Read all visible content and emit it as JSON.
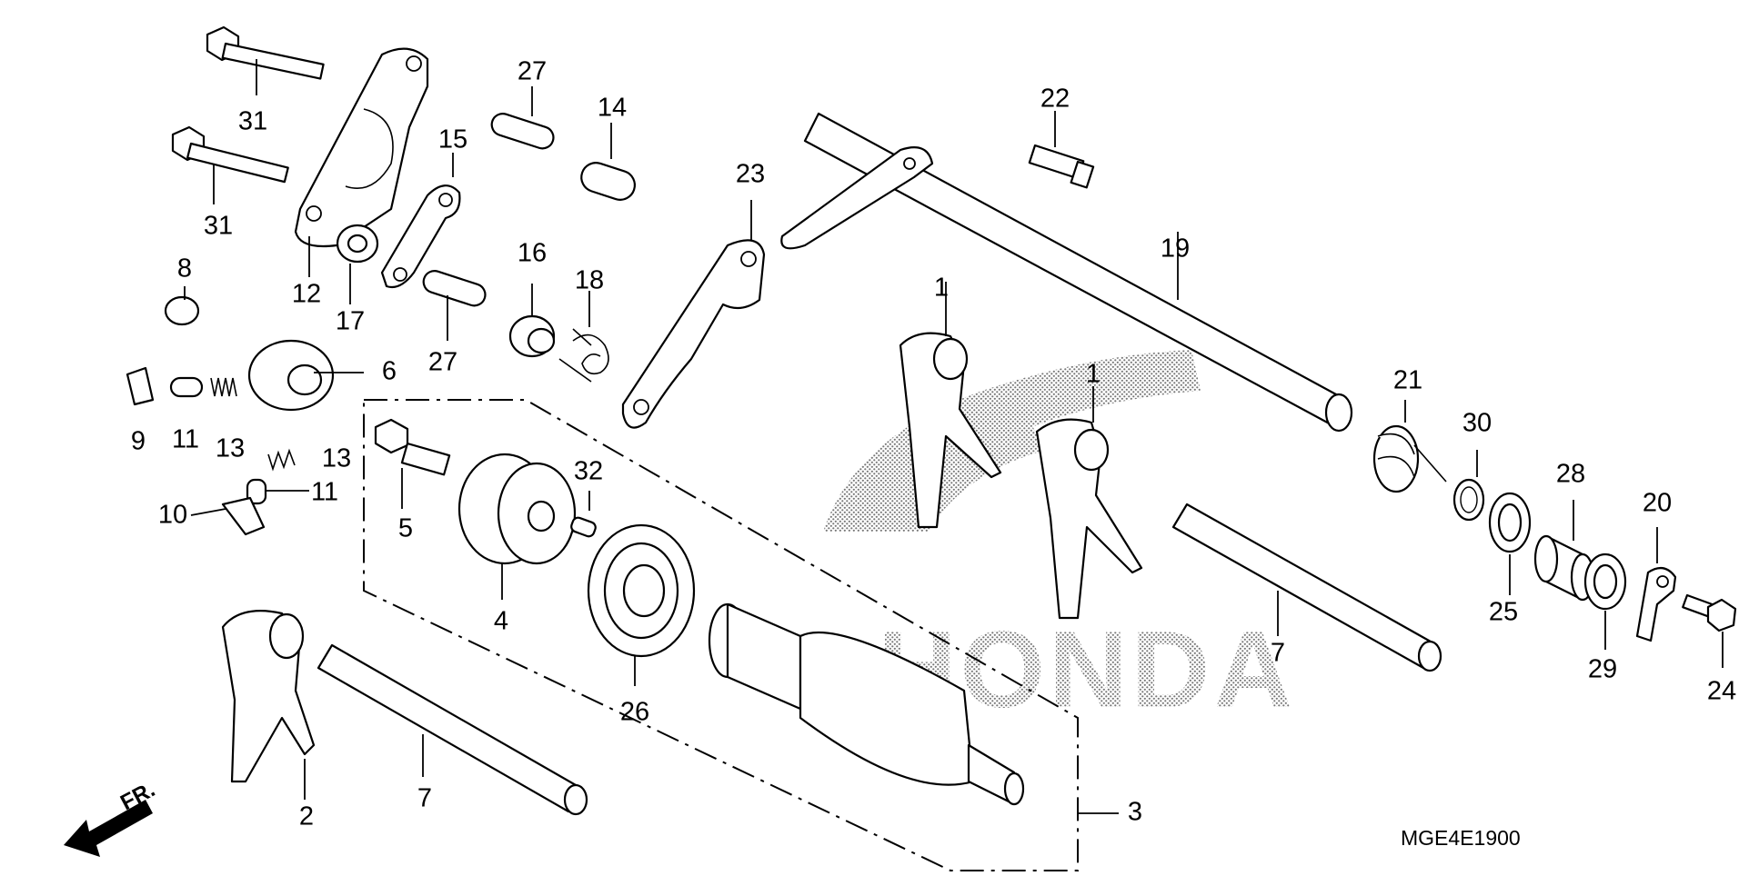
{
  "diagram": {
    "watermark": "HONDA",
    "direction_label": "FR.",
    "code": "MGE4E1900",
    "callouts": [
      {
        "id": "c31a",
        "text": "31"
      },
      {
        "id": "c31b",
        "text": "31"
      },
      {
        "id": "c27a",
        "text": "27"
      },
      {
        "id": "c14",
        "text": "14"
      },
      {
        "id": "c15",
        "text": "15"
      },
      {
        "id": "c12",
        "text": "12"
      },
      {
        "id": "c17",
        "text": "17"
      },
      {
        "id": "c8",
        "text": "8"
      },
      {
        "id": "c16",
        "text": "16"
      },
      {
        "id": "c18",
        "text": "18"
      },
      {
        "id": "c27b",
        "text": "27"
      },
      {
        "id": "c23",
        "text": "23"
      },
      {
        "id": "c22",
        "text": "22"
      },
      {
        "id": "c19",
        "text": "19"
      },
      {
        "id": "c1a",
        "text": "1"
      },
      {
        "id": "c1b",
        "text": "1"
      },
      {
        "id": "c6",
        "text": "6"
      },
      {
        "id": "c9",
        "text": "9"
      },
      {
        "id": "c11a",
        "text": "11"
      },
      {
        "id": "c13a",
        "text": "13"
      },
      {
        "id": "c13b",
        "text": "13"
      },
      {
        "id": "c11b",
        "text": "11"
      },
      {
        "id": "c10",
        "text": "10"
      },
      {
        "id": "c5",
        "text": "5"
      },
      {
        "id": "c32",
        "text": "32"
      },
      {
        "id": "c4",
        "text": "4"
      },
      {
        "id": "c26",
        "text": "26"
      },
      {
        "id": "c21",
        "text": "21"
      },
      {
        "id": "c30",
        "text": "30"
      },
      {
        "id": "c28",
        "text": "28"
      },
      {
        "id": "c20",
        "text": "20"
      },
      {
        "id": "c25",
        "text": "25"
      },
      {
        "id": "c29",
        "text": "29"
      },
      {
        "id": "c24",
        "text": "24"
      },
      {
        "id": "c7a",
        "text": "7"
      },
      {
        "id": "c7b",
        "text": "7"
      },
      {
        "id": "c2",
        "text": "2"
      },
      {
        "id": "c3",
        "text": "3"
      }
    ]
  }
}
